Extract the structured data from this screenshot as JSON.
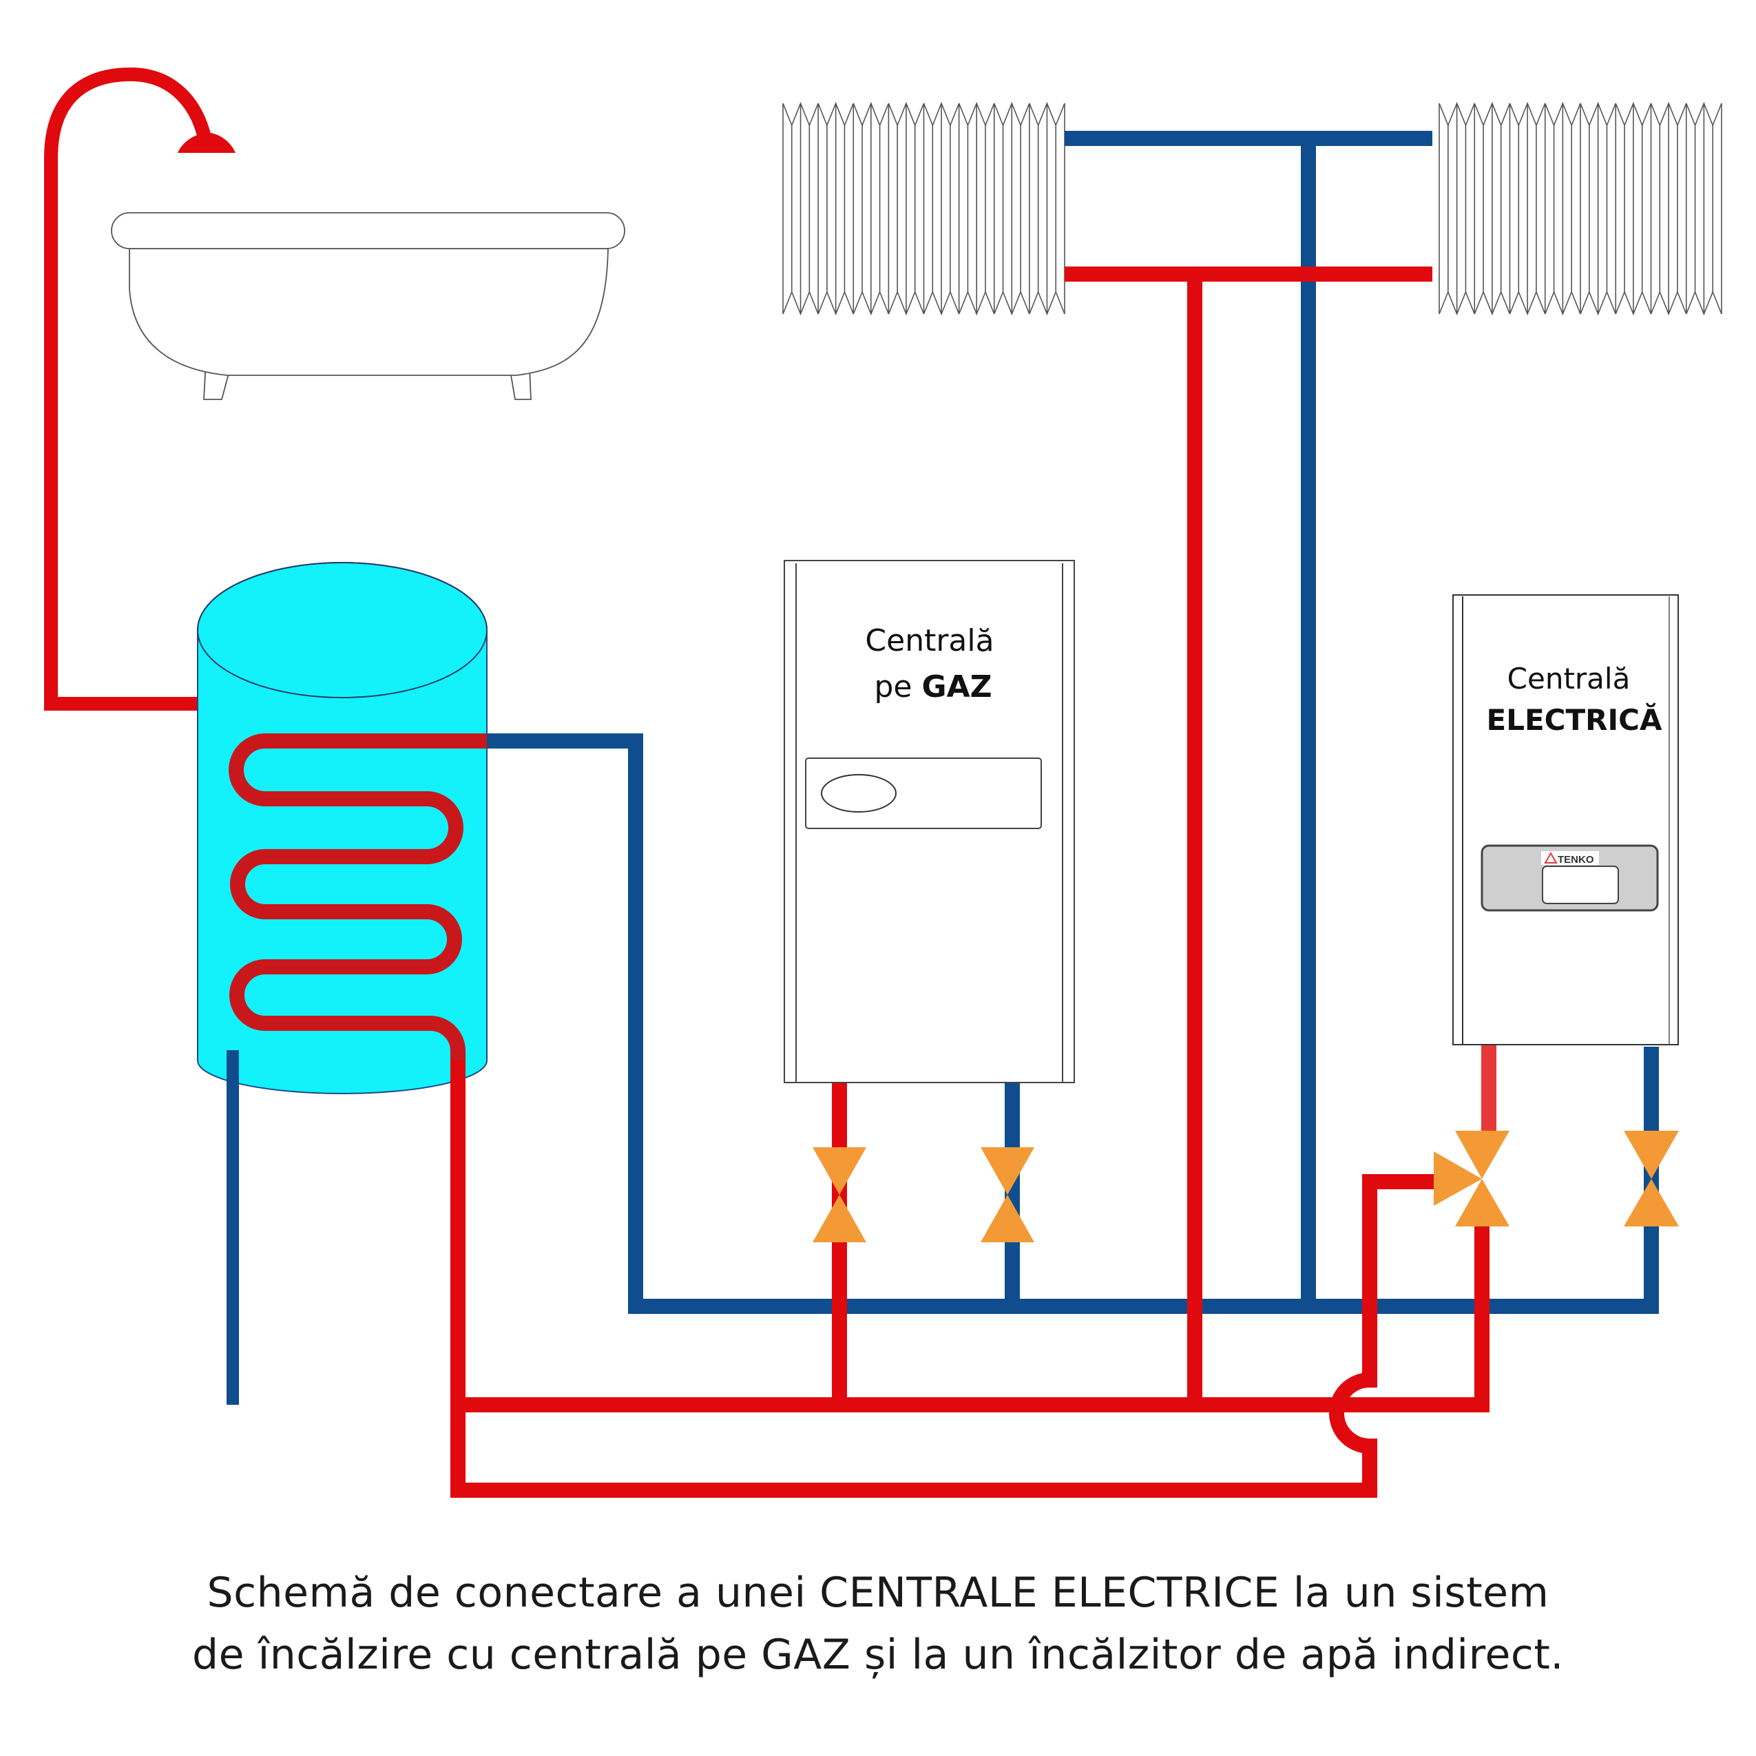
{
  "colors": {
    "hot_pipe": "#E0090D",
    "coil": "#C8181C",
    "cold_pipe": "#0F4D8E",
    "tank": "#13F1FB",
    "valve": "#F39A36",
    "outline": "#555555",
    "brand_red": "#E23B3B"
  },
  "gas_boiler": {
    "line1": "Centrală",
    "line2_prefix": "pe ",
    "line2_bold": "GAZ"
  },
  "electric_boiler": {
    "line1": "Centrală",
    "line2_bold": "ELECTRICĂ",
    "brand": "TENKO"
  },
  "components": {
    "shower": "shower-head",
    "bathtub": "bathtub",
    "tank": "indirect-water-heater",
    "radiators": [
      "radiator-left",
      "radiator-right"
    ],
    "valves": [
      "gas-supply-valve",
      "gas-return-valve",
      "three-way-valve",
      "electric-return-valve"
    ]
  },
  "caption": {
    "line1": "Schemă de conectare a unei CENTRALE ELECTRICE la un sistem",
    "line2": "de încălzire cu centrală pe GAZ și la un încălzitor de apă indirect."
  }
}
